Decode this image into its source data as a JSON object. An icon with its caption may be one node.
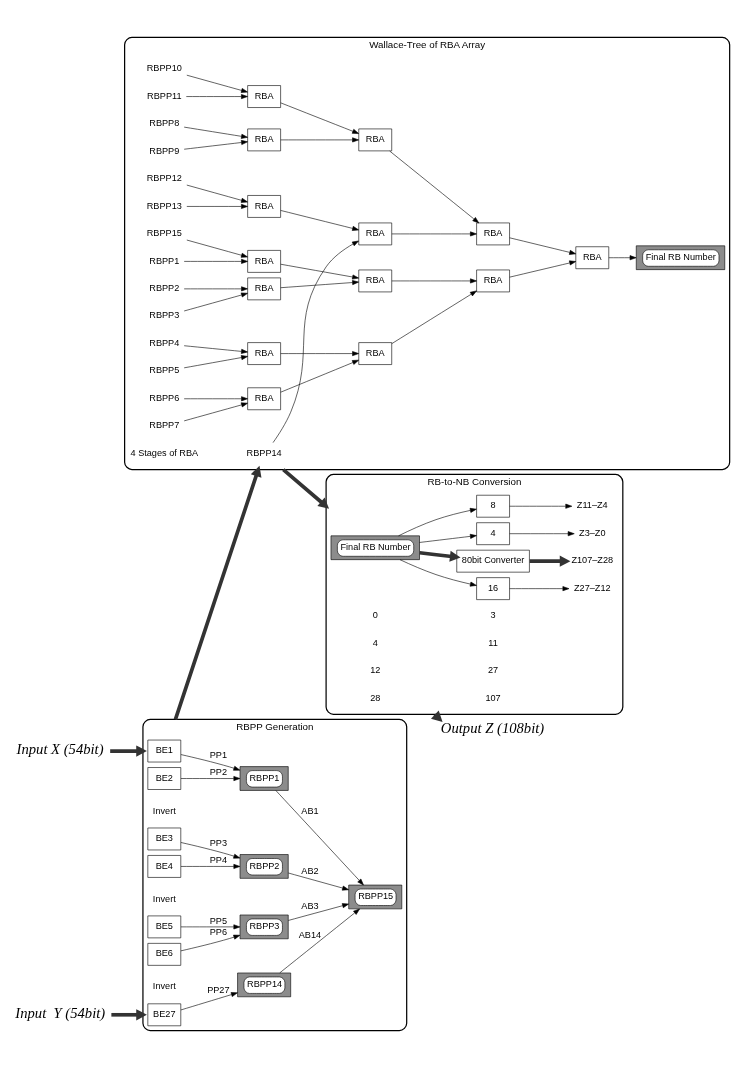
{
  "diagram": {
    "nodes": [
      {
        "text": [
          "Wallace-Tree of RBA Array"
        ]
      },
      {
        "text": [
          "RBPP14"
        ],
        "in": 0
      },
      {
        "text": [
          "RBPP13"
        ],
        "in": 0
      },
      {
        "text": [
          "RBPP12"
        ],
        "in": 0
      },
      {
        "text": [
          "RBPP11"
        ],
        "in": 0
      },
      {
        "text": [
          "RBPP10"
        ],
        "in": 0
      },
      {
        "text": [
          "RBPP9"
        ],
        "in": 0
      },
      {
        "text": [
          "RBPP8"
        ],
        "in": 0
      },
      {
        "text": [
          "RBPP7"
        ],
        "in": 0
      },
      {
        "text": [
          "RBPP6"
        ],
        "in": 0
      },
      {
        "text": [
          "RBPP5"
        ],
        "in": 0
      },
      {
        "text": [
          "RBPP4"
        ],
        "in": 0
      },
      {
        "text": [
          "RBPP3"
        ],
        "in": 0
      },
      {
        "text": [
          "RBPP2"
        ],
        "in": 0
      },
      {
        "text": [
          "RBPP1"
        ],
        "in": 0
      },
      {
        "text": [
          "RBPP15"
        ],
        "in": 0
      },
      {
        "text": [
          "RBA"
        ],
        "in": 0
      },
      {
        "text": [
          "RBA"
        ],
        "in": 0
      },
      {
        "text": [
          "RBA"
        ],
        "in": 0
      },
      {
        "text": [
          "RBA"
        ],
        "in": 0
      },
      {
        "text": [
          "RBA"
        ],
        "in": 0
      },
      {
        "text": [
          "RBA"
        ],
        "in": 0
      },
      {
        "text": [
          "RBA"
        ],
        "in": 0
      },
      {
        "text": [
          "RBA"
        ],
        "in": 0
      },
      {
        "text": [
          "RBA"
        ],
        "in": 0
      },
      {
        "text": [
          "RBA"
        ],
        "in": 0
      },
      {
        "text": [
          "RBA"
        ],
        "in": 0
      },
      {
        "text": [
          "RBA"
        ],
        "in": 0
      },
      {
        "text": [
          "RBA"
        ],
        "in": 0
      },
      {
        "text": [
          "RBA"
        ],
        "in": 0
      },
      {
        "text": [
          "Final RB Number"
        ],
        "in": 0
      },
      {
        "text": [
          "RB-to-NB Conversion"
        ]
      },
      {
        "text": [
          "Final RB Number"
        ],
        "in": 31
      },
      {
        "text": [
          "4"
        ],
        "in": 31
      },
      {
        "text": [
          "8"
        ],
        "in": 31
      },
      {
        "text": [
          "16"
        ],
        "in": 31
      },
      {
        "text": [
          "80bit Converter"
        ],
        "in": 31
      },
      {
        "text": [
          "Z3–Z0"
        ],
        "in": 31
      },
      {
        "text": [
          "Z11–Z4"
        ],
        "in": 31
      },
      {
        "text": [
          "Z27–Z12"
        ],
        "in": 31
      },
      {
        "text": [
          "Z107–Z28"
        ],
        "in": 31
      },
      {
        "text": [
          "Output Z (108bit)"
        ]
      },
      {
        "text": [
          "Input X (54bit)"
        ]
      },
      {
        "text": [
          "RBPP Generation"
        ]
      },
      {
        "text": [
          "BE1"
        ],
        "in": 43
      },
      {
        "text": [
          "BE2"
        ],
        "in": 43
      },
      {
        "text": [
          "BE3"
        ],
        "in": 43
      },
      {
        "text": [
          "BE4"
        ],
        "in": 43
      },
      {
        "text": [
          "BE5"
        ],
        "in": 43
      },
      {
        "text": [
          "BE6"
        ],
        "in": 43
      },
      {
        "text": [
          "BE27"
        ],
        "in": 43
      },
      {
        "text": [
          "RBPP1"
        ],
        "in": 43
      },
      {
        "text": [
          "RBPP2"
        ],
        "in": 43
      },
      {
        "text": [
          "RBPP3"
        ],
        "in": 43
      },
      {
        "text": [
          "RBPP14"
        ],
        "in": 43
      },
      {
        "text": [
          "RBPP15"
        ],
        "in": 43
      },
      {
        "text": [
          "Input  Y (54bit)"
        ]
      }
    ],
    "edges": [
      {
        "from": 2,
        "to": 16,
        "arrow": "to"
      },
      {
        "from": 3,
        "to": 16,
        "arrow": "to"
      },
      {
        "from": 4,
        "to": 17,
        "arrow": "to"
      },
      {
        "from": 5,
        "to": 17,
        "arrow": "to"
      },
      {
        "from": 6,
        "to": 18,
        "arrow": "to"
      },
      {
        "from": 7,
        "to": 18,
        "arrow": "to"
      },
      {
        "from": 8,
        "to": 19,
        "arrow": "to"
      },
      {
        "from": 9,
        "to": 19,
        "arrow": "to"
      },
      {
        "from": 10,
        "to": 20,
        "arrow": "to"
      },
      {
        "from": 11,
        "to": 20,
        "arrow": "to"
      },
      {
        "from": 12,
        "to": 21,
        "arrow": "to"
      },
      {
        "from": 13,
        "to": 21,
        "arrow": "to"
      },
      {
        "from": 14,
        "to": 22,
        "arrow": "to"
      },
      {
        "from": 15,
        "to": 22,
        "arrow": "to"
      },
      {
        "from": 1,
        "to": 23,
        "arrow": "to"
      },
      {
        "from": 16,
        "to": 23,
        "arrow": "to"
      },
      {
        "from": 17,
        "to": 24,
        "arrow": "to"
      },
      {
        "from": 18,
        "to": 24,
        "arrow": "to"
      },
      {
        "from": 19,
        "to": 25,
        "arrow": "to"
      },
      {
        "from": 20,
        "to": 25,
        "arrow": "to"
      },
      {
        "from": 21,
        "to": 26,
        "arrow": "to"
      },
      {
        "from": 22,
        "to": 26,
        "arrow": "to"
      },
      {
        "from": 23,
        "to": 27,
        "arrow": "to"
      },
      {
        "from": 24,
        "to": 27,
        "arrow": "to"
      },
      {
        "from": 25,
        "to": 28,
        "arrow": "to"
      },
      {
        "from": 26,
        "to": 28,
        "arrow": "to"
      },
      {
        "from": 27,
        "to": 29,
        "arrow": "to"
      },
      {
        "from": 28,
        "to": 29,
        "arrow": "to"
      },
      {
        "from": 29,
        "to": 30,
        "arrow": "to"
      },
      {
        "from": 32,
        "to": 33,
        "arrow": "to"
      },
      {
        "from": 32,
        "to": 34,
        "arrow": "to"
      },
      {
        "from": 32,
        "to": 35,
        "arrow": "to"
      },
      {
        "from": 32,
        "to": 36,
        "arrow": "to",
        "style": "thick"
      },
      {
        "from": 33,
        "to": 37,
        "arrow": "to"
      },
      {
        "from": 34,
        "to": 38,
        "arrow": "to"
      },
      {
        "from": 35,
        "to": 39,
        "arrow": "to"
      },
      {
        "from": 36,
        "to": 40,
        "arrow": "to",
        "style": "thick"
      },
      {
        "from": 44,
        "to": 51,
        "arrow": "to",
        "label": "PP1"
      },
      {
        "from": 45,
        "to": 51,
        "arrow": "to",
        "label": "PP2"
      },
      {
        "from": 46,
        "to": 52,
        "arrow": "to",
        "label": "PP3"
      },
      {
        "from": 47,
        "to": 52,
        "arrow": "to",
        "label": "PP4"
      },
      {
        "from": 48,
        "to": 53,
        "arrow": "to",
        "label": "PP5"
      },
      {
        "from": 49,
        "to": 53,
        "arrow": "to",
        "label": "PP6"
      },
      {
        "from": 50,
        "to": 54,
        "arrow": "to",
        "label": "PP27"
      },
      {
        "from": 51,
        "to": 55,
        "arrow": "to",
        "label": "AB1"
      },
      {
        "from": 52,
        "to": 55,
        "arrow": "to",
        "label": "AB2"
      },
      {
        "from": 53,
        "to": 55,
        "arrow": "to",
        "label": "AB3"
      },
      {
        "from": 54,
        "to": 55,
        "arrow": "to",
        "label": "AB14"
      },
      {
        "from": 42,
        "to": 43,
        "arrow": "to",
        "style": "thick"
      },
      {
        "from": 56,
        "to": 43,
        "arrow": "to",
        "style": "thick"
      },
      {
        "from": 43,
        "to": 0,
        "arrow": "to",
        "style": "thick"
      },
      {
        "from": 0,
        "to": 31,
        "arrow": "to",
        "style": "thick"
      },
      {
        "from": 31,
        "to": 41,
        "arrow": "to",
        "style": "thick"
      }
    ],
    "labels": [
      "4 Stages of RBA",
      "0",
      "3",
      "4",
      "11",
      "12",
      "27",
      "28",
      "107",
      "Invert",
      "Invert",
      "Invert"
    ]
  }
}
